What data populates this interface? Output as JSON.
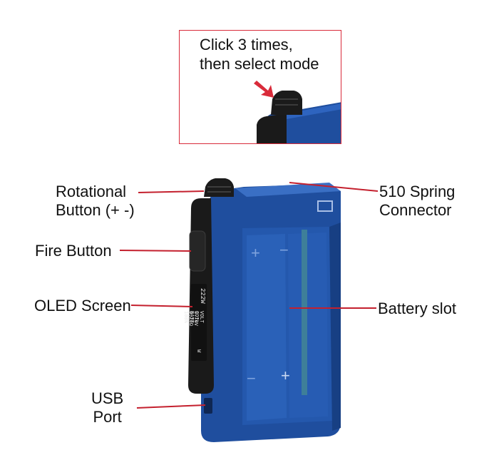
{
  "callout": {
    "line1": "Click 3 times,",
    "line2": "then select mode"
  },
  "labels": {
    "rotational_line1": "Rotational",
    "rotational_line2": "Button (+ -)",
    "spring_line1": "510 Spring",
    "spring_line2": "Connector",
    "fire_button": "Fire Button",
    "oled_screen": "OLED Screen",
    "battery_slot": "Battery slot",
    "usb_line1": "USB",
    "usb_line2": "Port"
  },
  "device_screen": {
    "wattage": "222W",
    "line_a": "VOLT 3.70V",
    "line_b": "COIL 0.20Ω",
    "line_c": "BATT 100%",
    "mode": "W"
  },
  "colors": {
    "leader_line": "#c4202e",
    "callout_border": "#d92b3a",
    "device_blue": "#1f4e9e",
    "device_dark": "#14306a",
    "panel_black": "#1a1a1a"
  }
}
